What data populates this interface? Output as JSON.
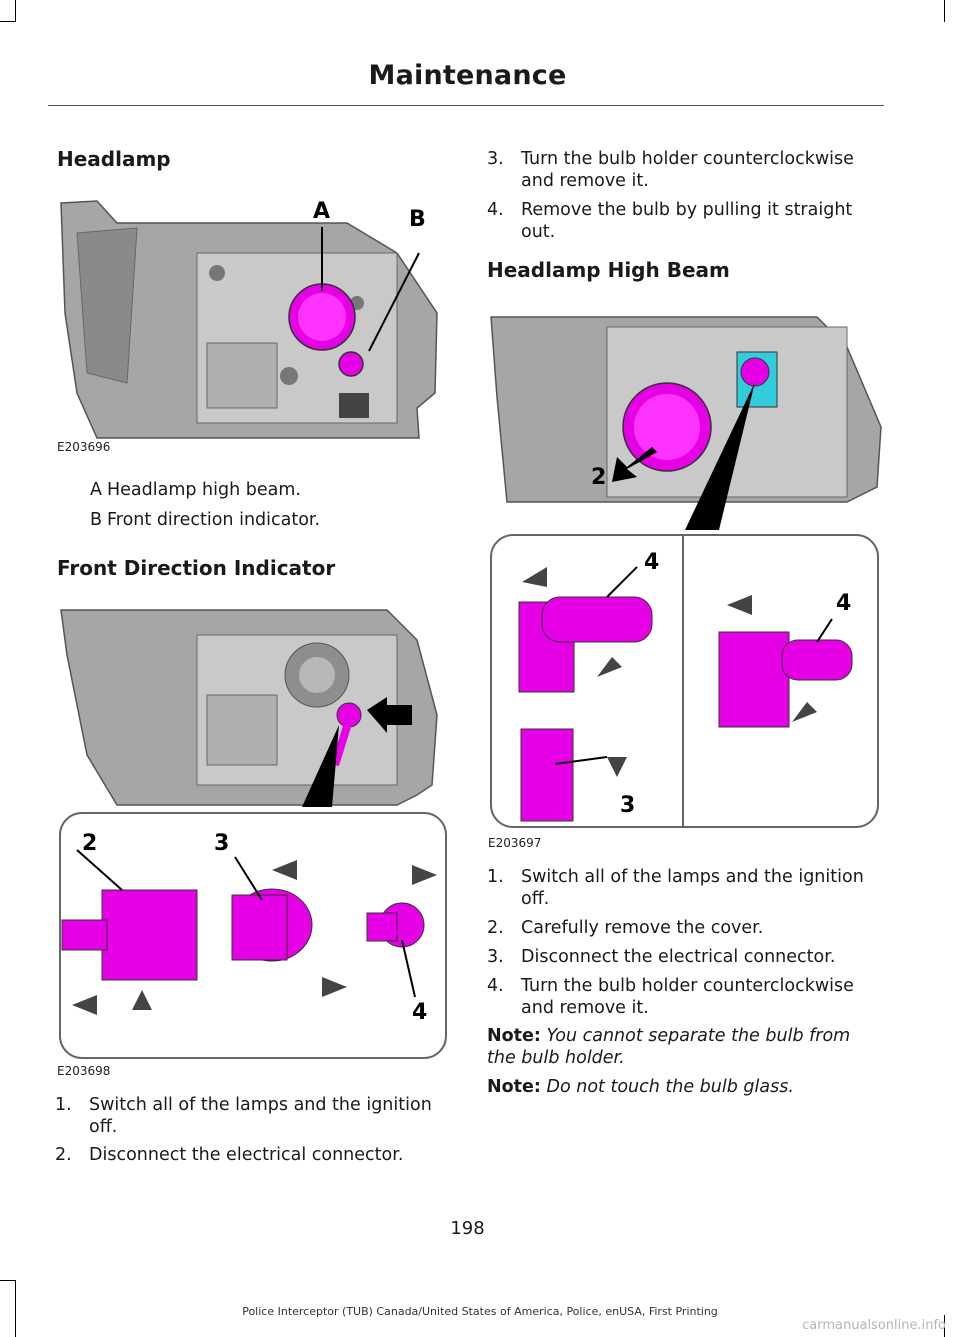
{
  "header": {
    "title": "Maintenance"
  },
  "sections": {
    "headlamp": {
      "heading": "Headlamp",
      "figure_id": "E203696",
      "callouts": [
        "A",
        "B"
      ],
      "legend": [
        {
          "key": "A",
          "text": "Headlamp high beam."
        },
        {
          "key": "B",
          "text": "Front direction indicator."
        }
      ]
    },
    "front_direction": {
      "heading": "Front Direction Indicator",
      "figure_id": "E203698",
      "callouts": [
        "2",
        "3",
        "4"
      ],
      "steps": [
        {
          "num": "1.",
          "text": "Switch all of the lamps and the ignition off."
        },
        {
          "num": "2.",
          "text": "Disconnect the electrical connector."
        }
      ]
    },
    "continued_steps": [
      {
        "num": "3.",
        "text": "Turn the bulb holder counterclockwise and remove it."
      },
      {
        "num": "4.",
        "text": "Remove the bulb by pulling it straight out."
      }
    ],
    "high_beam": {
      "heading": "Headlamp High Beam",
      "figure_id": "E203697",
      "callouts": [
        "2",
        "4",
        "4",
        "3"
      ],
      "steps": [
        {
          "num": "1.",
          "text": "Switch all of the lamps and the ignition off."
        },
        {
          "num": "2.",
          "text": "Carefully remove the cover."
        },
        {
          "num": "3.",
          "text": "Disconnect the electrical connector."
        },
        {
          "num": "4.",
          "text": "Turn the bulb holder counterclockwise and remove it."
        }
      ],
      "notes": [
        {
          "label": "Note:",
          "text": "You cannot separate the bulb from the bulb holder."
        },
        {
          "label": "Note:",
          "text": "Do not touch the bulb glass."
        }
      ]
    }
  },
  "page_number": "198",
  "footer": "Police Interceptor (TUB) Canada/United States of America, Police, enUSA, First Printing",
  "watermark": "carmanualsonline.info",
  "colors": {
    "highlight": "#e600e6",
    "housing": "#9a9a9a"
  }
}
